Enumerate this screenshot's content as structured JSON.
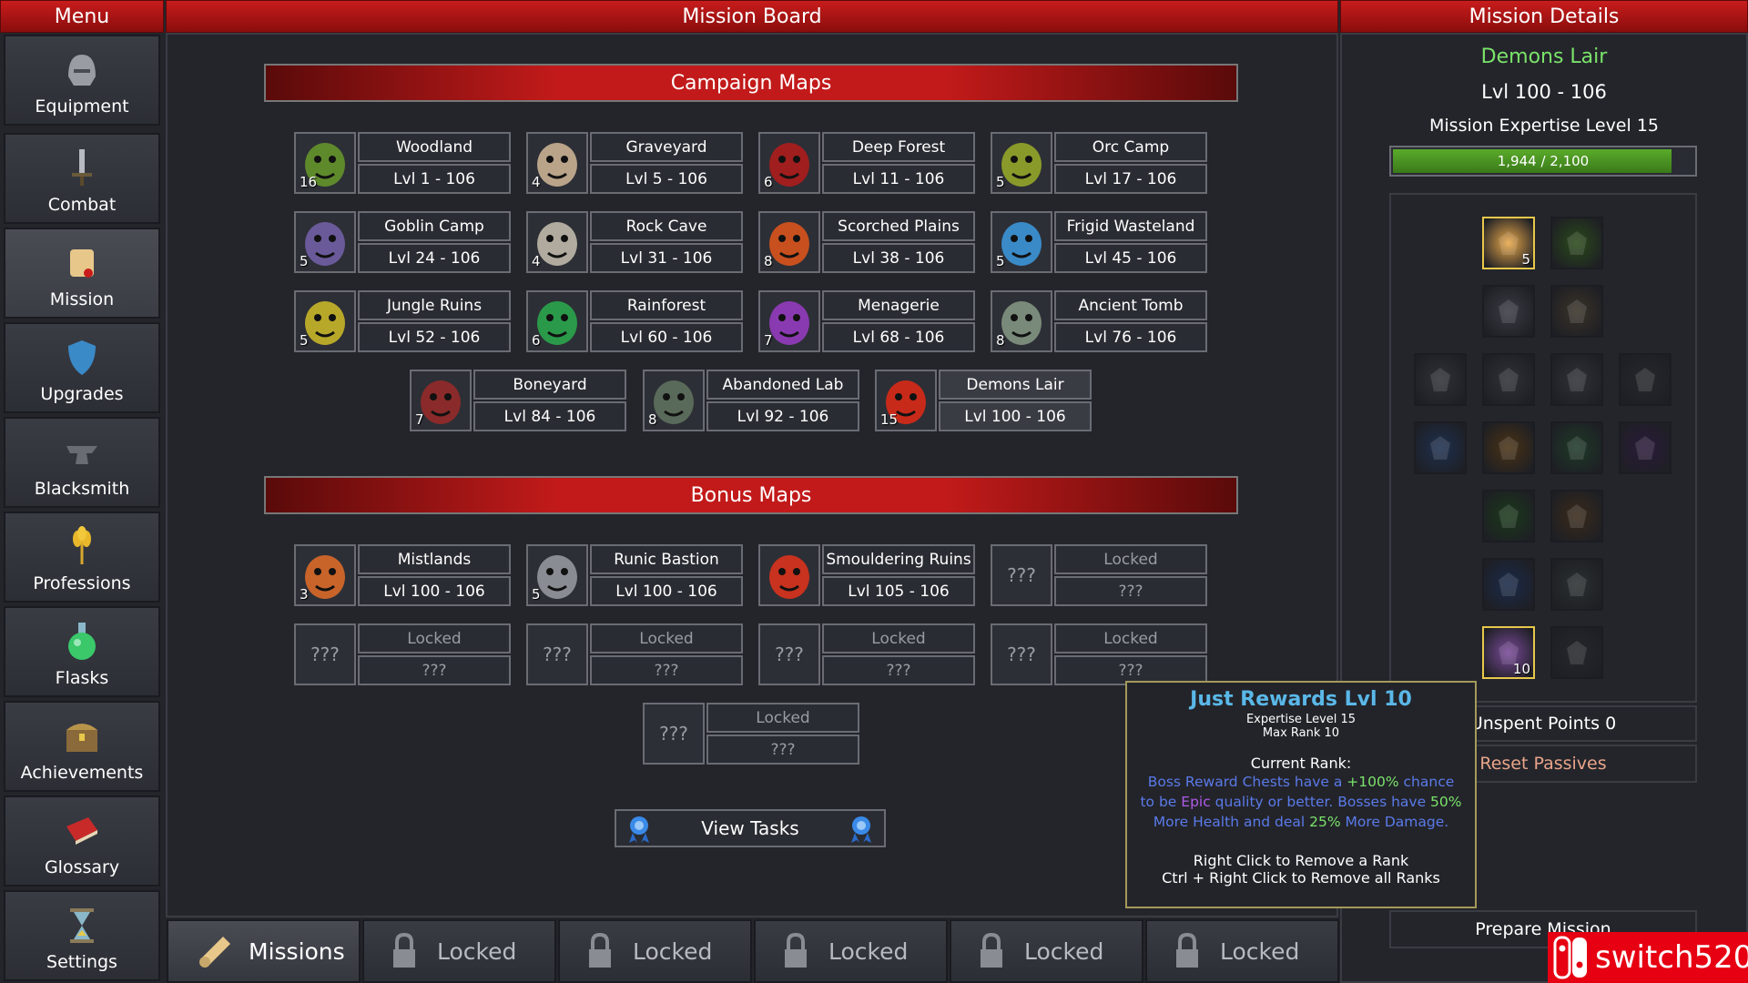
{
  "headers": {
    "menu": "Menu",
    "board": "Mission Board",
    "details": "Mission Details"
  },
  "menu": [
    {
      "label": "Equipment",
      "icon": "helmet-icon"
    },
    {
      "label": "Combat",
      "icon": "sword-icon"
    },
    {
      "label": "Mission",
      "icon": "scroll-icon"
    },
    {
      "label": "Upgrades",
      "icon": "shield-icon"
    },
    {
      "label": "Blacksmith",
      "icon": "anvil-icon"
    },
    {
      "label": "Professions",
      "icon": "wheat-icon"
    },
    {
      "label": "Flasks",
      "icon": "flask-icon"
    },
    {
      "label": "Achievements",
      "icon": "chest-icon"
    },
    {
      "label": "Glossary",
      "icon": "book-icon"
    },
    {
      "label": "Settings",
      "icon": "hourglass-icon"
    }
  ],
  "campaign": {
    "title": "Campaign Maps",
    "maps": [
      {
        "name": "Woodland",
        "level": "Lvl 1 - 106",
        "count": "16",
        "color": "#5f8a2c"
      },
      {
        "name": "Graveyard",
        "level": "Lvl 5 - 106",
        "count": "4",
        "color": "#b9a48a"
      },
      {
        "name": "Deep Forest",
        "level": "Lvl 11 - 106",
        "count": "6",
        "color": "#a01e1e"
      },
      {
        "name": "Orc Camp",
        "level": "Lvl 17 - 106",
        "count": "5",
        "color": "#8a9a2a"
      },
      {
        "name": "Goblin Camp",
        "level": "Lvl 24 - 106",
        "count": "5",
        "color": "#6a5a9a"
      },
      {
        "name": "Rock Cave",
        "level": "Lvl 31 - 106",
        "count": "4",
        "color": "#b0ab9e"
      },
      {
        "name": "Scorched Plains",
        "level": "Lvl 38 - 106",
        "count": "8",
        "color": "#c8501e"
      },
      {
        "name": "Frigid Wasteland",
        "level": "Lvl 45 - 106",
        "count": "5",
        "color": "#3a8ac8"
      },
      {
        "name": "Jungle Ruins",
        "level": "Lvl 52 - 106",
        "count": "5",
        "color": "#b8a82a"
      },
      {
        "name": "Rainforest",
        "level": "Lvl 60 - 106",
        "count": "6",
        "color": "#2a9a4a"
      },
      {
        "name": "Menagerie",
        "level": "Lvl 68 - 106",
        "count": "7",
        "color": "#8a3ab0"
      },
      {
        "name": "Ancient Tomb",
        "level": "Lvl 76 - 106",
        "count": "8",
        "color": "#7a8a7a"
      },
      {
        "name": "Boneyard",
        "level": "Lvl 84 - 106",
        "count": "7",
        "color": "#8a2a2a"
      },
      {
        "name": "Abandoned Lab",
        "level": "Lvl 92 - 106",
        "count": "8",
        "color": "#5a6a5a"
      },
      {
        "name": "Demons Lair",
        "level": "Lvl 100 - 106",
        "count": "15",
        "color": "#c82a1a"
      }
    ]
  },
  "bonus": {
    "title": "Bonus Maps",
    "maps": [
      {
        "name": "Mistlands",
        "level": "Lvl 100 - 106",
        "count": "3",
        "color": "#c8642a"
      },
      {
        "name": "Runic Bastion",
        "level": "Lvl 100 - 106",
        "count": "5",
        "color": "#8a8c94"
      },
      {
        "name": "Smouldering Ruins",
        "level": "Lvl 105 - 106",
        "count": "",
        "color": "#c8321e"
      },
      {
        "name": "Locked",
        "level": "???",
        "portrait": "???"
      },
      {
        "name": "Locked",
        "level": "???",
        "portrait": "???"
      },
      {
        "name": "Locked",
        "level": "???",
        "portrait": "???"
      },
      {
        "name": "Locked",
        "level": "???",
        "portrait": "???"
      },
      {
        "name": "Locked",
        "level": "???",
        "portrait": "???"
      },
      {
        "name": "Locked",
        "level": "???",
        "portrait": "???"
      }
    ]
  },
  "view_tasks": "View Tasks",
  "tabs": [
    "Missions",
    "Locked",
    "Locked",
    "Locked",
    "Locked",
    "Locked"
  ],
  "details": {
    "name": "Demons Lair",
    "level": "Lvl 100 - 106",
    "expertise": "Mission Expertise Level 15",
    "xp_text": "1,944 / 2,100",
    "xp_fraction": 0.926,
    "slot_labels": [
      "5",
      "10"
    ],
    "unspent": "Unspent Points 0",
    "reset": "Reset Passives",
    "prepare": "Prepare Mission"
  },
  "tooltip": {
    "title": "Just Rewards Lvl 10",
    "sub1": "Expertise Level 15",
    "sub2": "Max Rank 10",
    "rank_label": "Current Rank:",
    "t1": "Boss Reward Chests have a ",
    "t2": "+100%",
    "t3": " chance to be ",
    "t4": "Epic",
    "t5": " quality or better. Bosses have ",
    "t6": "50%",
    "t7": " More Health and deal ",
    "t8": "25%",
    "t9": " More Damage.",
    "hint1": "Right Click to Remove a Rank",
    "hint2": "Ctrl + Right Click to Remove all Ranks"
  },
  "watermark": "switch520",
  "colors": {
    "accent_red": "#c81c1c",
    "green_name": "#7be36a",
    "xp_green": "#4a9a2a",
    "tooltip_title": "#5ab8e8",
    "tip_blue": "#5a7ae8",
    "tip_green": "#7be36a",
    "tip_purple": "#b05ae8",
    "reset_color": "#e8a48a"
  }
}
